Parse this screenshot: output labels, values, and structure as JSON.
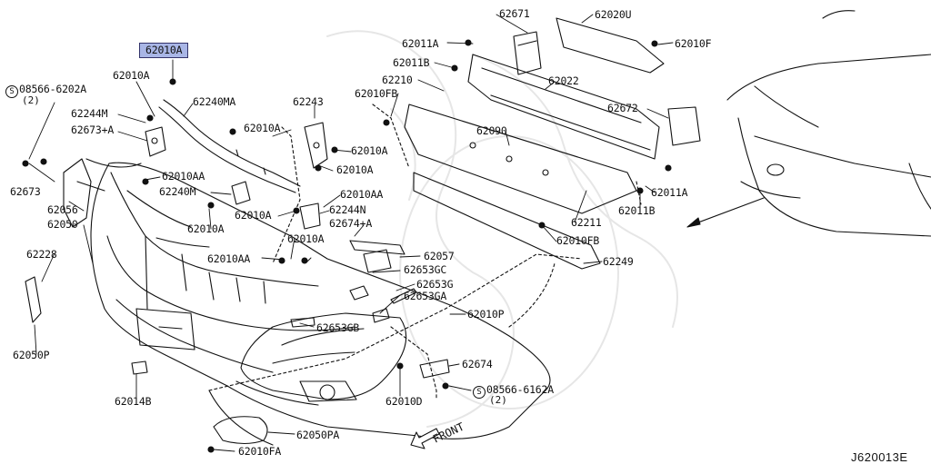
{
  "diagram_code": "J620013E",
  "front_label": "FRONT",
  "highlighted_part": "62010A",
  "parts": [
    {
      "id": "p-62010A-top",
      "text": "62010A",
      "highlight": true
    },
    {
      "id": "p-08566-6202A",
      "text": "08566-6202A",
      "circled": "S"
    },
    {
      "id": "p-62010A-1",
      "text": "62010A"
    },
    {
      "id": "p-62240MA",
      "text": "62240MA"
    },
    {
      "id": "p-62243",
      "text": "62243"
    },
    {
      "id": "p-62244M",
      "text": "62244M"
    },
    {
      "id": "p-62673A",
      "text": "62673+A"
    },
    {
      "id": "p-62010A-2",
      "text": "62010A"
    },
    {
      "id": "p-62010A-3",
      "text": "62010A"
    },
    {
      "id": "p-62010A-4",
      "text": "62010A"
    },
    {
      "id": "p-62673",
      "text": "62673"
    },
    {
      "id": "p-62010AA-1",
      "text": "62010AA"
    },
    {
      "id": "p-62240M",
      "text": "62240M"
    },
    {
      "id": "p-62056",
      "text": "62056"
    },
    {
      "id": "p-62050",
      "text": "62050"
    },
    {
      "id": "p-62010A-5",
      "text": "62010A"
    },
    {
      "id": "p-62010AA-2",
      "text": "62010AA"
    },
    {
      "id": "p-62244N",
      "text": "62244N"
    },
    {
      "id": "p-62010A-6",
      "text": "62010A"
    },
    {
      "id": "p-62674A",
      "text": "62674+A"
    },
    {
      "id": "p-62228",
      "text": "62228"
    },
    {
      "id": "p-62010A-7",
      "text": "62010A"
    },
    {
      "id": "p-62010AA-3",
      "text": "62010AA"
    },
    {
      "id": "p-62057",
      "text": "62057"
    },
    {
      "id": "p-62653GC",
      "text": "62653GC"
    },
    {
      "id": "p-62653G",
      "text": "62653G"
    },
    {
      "id": "p-62653GA",
      "text": "62653GA"
    },
    {
      "id": "p-62653GB",
      "text": "62653GB"
    },
    {
      "id": "p-62010P",
      "text": "62010P"
    },
    {
      "id": "p-62050P",
      "text": "62050P"
    },
    {
      "id": "p-62674",
      "text": "62674"
    },
    {
      "id": "p-08566-6162A",
      "text": "08566-6162A",
      "circled": "S"
    },
    {
      "id": "p-62014B",
      "text": "62014B"
    },
    {
      "id": "p-62010D",
      "text": "62010D"
    },
    {
      "id": "p-62050PA",
      "text": "62050PA"
    },
    {
      "id": "p-62010FA",
      "text": "62010FA"
    },
    {
      "id": "p-62671",
      "text": "62671"
    },
    {
      "id": "p-62020U",
      "text": "62020U"
    },
    {
      "id": "p-62011A-1",
      "text": "62011A"
    },
    {
      "id": "p-62010F",
      "text": "62010F"
    },
    {
      "id": "p-62011B-1",
      "text": "62011B"
    },
    {
      "id": "p-62210",
      "text": "62210"
    },
    {
      "id": "p-62010FB-1",
      "text": "62010FB"
    },
    {
      "id": "p-62022",
      "text": "62022"
    },
    {
      "id": "p-62672",
      "text": "62672"
    },
    {
      "id": "p-62090",
      "text": "62090"
    },
    {
      "id": "p-62011A-2",
      "text": "62011A"
    },
    {
      "id": "p-62011B-2",
      "text": "62011B"
    },
    {
      "id": "p-62211",
      "text": "62211"
    },
    {
      "id": "p-62010FB-2",
      "text": "62010FB"
    },
    {
      "id": "p-62249",
      "text": "62249"
    }
  ],
  "qty": {
    "a": "(2)",
    "b": "(2)"
  }
}
